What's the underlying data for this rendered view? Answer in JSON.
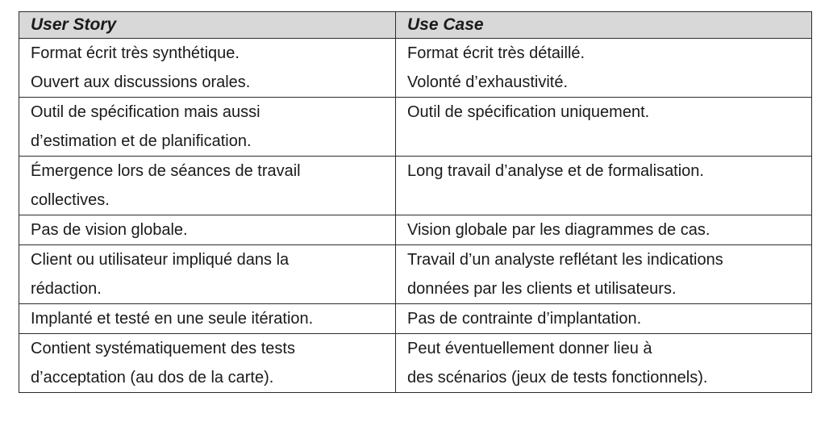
{
  "table": {
    "headers": [
      "User Story",
      "Use Case"
    ],
    "rows": [
      {
        "user_story": [
          "Format écrit très synthétique.",
          "Ouvert aux discussions orales."
        ],
        "use_case": [
          "Format écrit très détaillé.",
          "Volonté d’exhaustivité."
        ]
      },
      {
        "user_story": [
          "Outil de spécification mais aussi",
          "d’estimation et de planification."
        ],
        "use_case": [
          "Outil de spécification uniquement."
        ]
      },
      {
        "user_story": [
          "Émergence lors de séances de travail",
          "collectives."
        ],
        "use_case": [
          "Long travail d’analyse et de formalisation."
        ]
      },
      {
        "user_story": [
          "Pas de vision globale."
        ],
        "use_case": [
          "Vision globale par les diagrammes de cas."
        ]
      },
      {
        "user_story": [
          "Client ou utilisateur impliqué dans la",
          "rédaction."
        ],
        "use_case": [
          "Travail d’un analyste reflétant les indications",
          "données par les clients et utilisateurs."
        ]
      },
      {
        "user_story": [
          "Implanté et testé en une seule itération."
        ],
        "use_case": [
          "Pas de contrainte d’implantation."
        ]
      },
      {
        "user_story": [
          "Contient systématiquement des tests",
          "d’acceptation (au dos de la carte)."
        ],
        "use_case": [
          "Peut éventuellement donner lieu à",
          "des scénarios (jeux de tests fonctionnels)."
        ]
      }
    ]
  }
}
